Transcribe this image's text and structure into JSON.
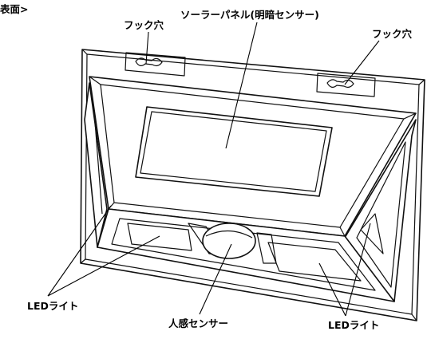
{
  "labels": {
    "view_heading": "表面>",
    "hook_hole_left": "フック穴",
    "solar_panel": "ソーラーパネル(明暗センサー)",
    "hook_hole_right": "フック穴",
    "led_left": "LEDライト",
    "motion_sensor": "人感センサー",
    "led_right": "LEDライト"
  },
  "colors": {
    "line": "#111111",
    "background": "#ffffff"
  }
}
